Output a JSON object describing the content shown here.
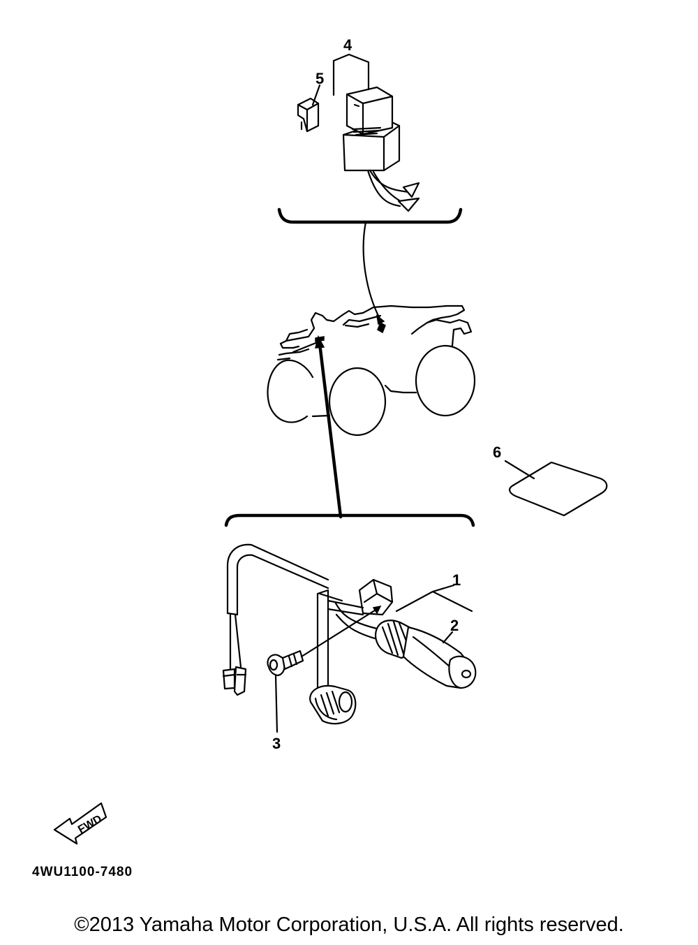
{
  "callouts": {
    "c1": "1",
    "c2": "2",
    "c3": "3",
    "c4": "4",
    "c5": "5",
    "c6": "6"
  },
  "fwd_label": "FWD",
  "diagram_code": "4WU1100-7480",
  "copyright": "©2013 Yamaha Motor Corporation, U.S.A. All rights reserved."
}
